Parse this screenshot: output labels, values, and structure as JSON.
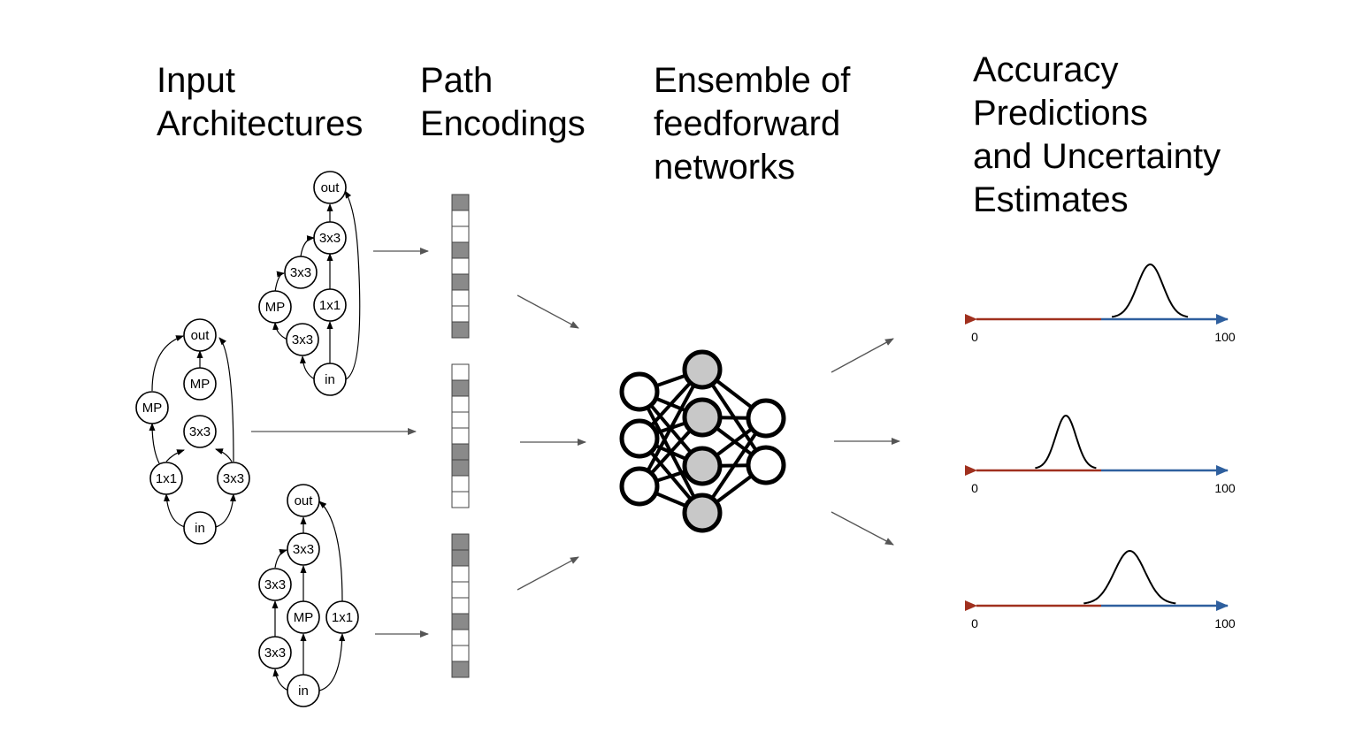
{
  "columns": {
    "input": {
      "lines": [
        "Input",
        "Architectures"
      ]
    },
    "encodings": {
      "lines": [
        "Path",
        "Encodings"
      ]
    },
    "ensemble": {
      "lines": [
        "Ensemble of",
        "feedforward",
        "networks"
      ]
    },
    "predictions": {
      "lines": [
        "Accuracy",
        "Predictions",
        "and Uncertainty",
        "Estimates"
      ]
    }
  },
  "architectures": [
    {
      "nodes": [
        "out",
        "3x3",
        "3x3",
        "MP",
        "1x1",
        "3x3",
        "in"
      ]
    },
    {
      "nodes": [
        "out",
        "MP",
        "MP",
        "3x3",
        "1x1",
        "3x3",
        "in"
      ]
    },
    {
      "nodes": [
        "out",
        "3x3",
        "3x3",
        "MP",
        "1x1",
        "3x3",
        "in"
      ]
    }
  ],
  "encodings": [
    {
      "cells": [
        1,
        0,
        0,
        1,
        0,
        1,
        0,
        0,
        1
      ]
    },
    {
      "cells": [
        0,
        1,
        0,
        0,
        0,
        1,
        1,
        0,
        0
      ]
    },
    {
      "cells": [
        1,
        1,
        0,
        0,
        0,
        1,
        0,
        0,
        1
      ]
    }
  ],
  "network": {
    "layers": [
      3,
      4,
      2
    ]
  },
  "distributions": [
    {
      "axis_min_label": "0",
      "axis_max_label": "100",
      "mean": 69,
      "spread": 5
    },
    {
      "axis_min_label": "0",
      "axis_max_label": "100",
      "mean": 36,
      "spread": 4
    },
    {
      "axis_min_label": "0",
      "axis_max_label": "100",
      "mean": 61,
      "spread": 6
    }
  ],
  "colors": {
    "low_side": "#a0301e",
    "high_side": "#2e5f9e",
    "encoding_filled": "#8a8a8a",
    "neuron_fill": "#c8c8c8",
    "arrow": "#555555"
  }
}
